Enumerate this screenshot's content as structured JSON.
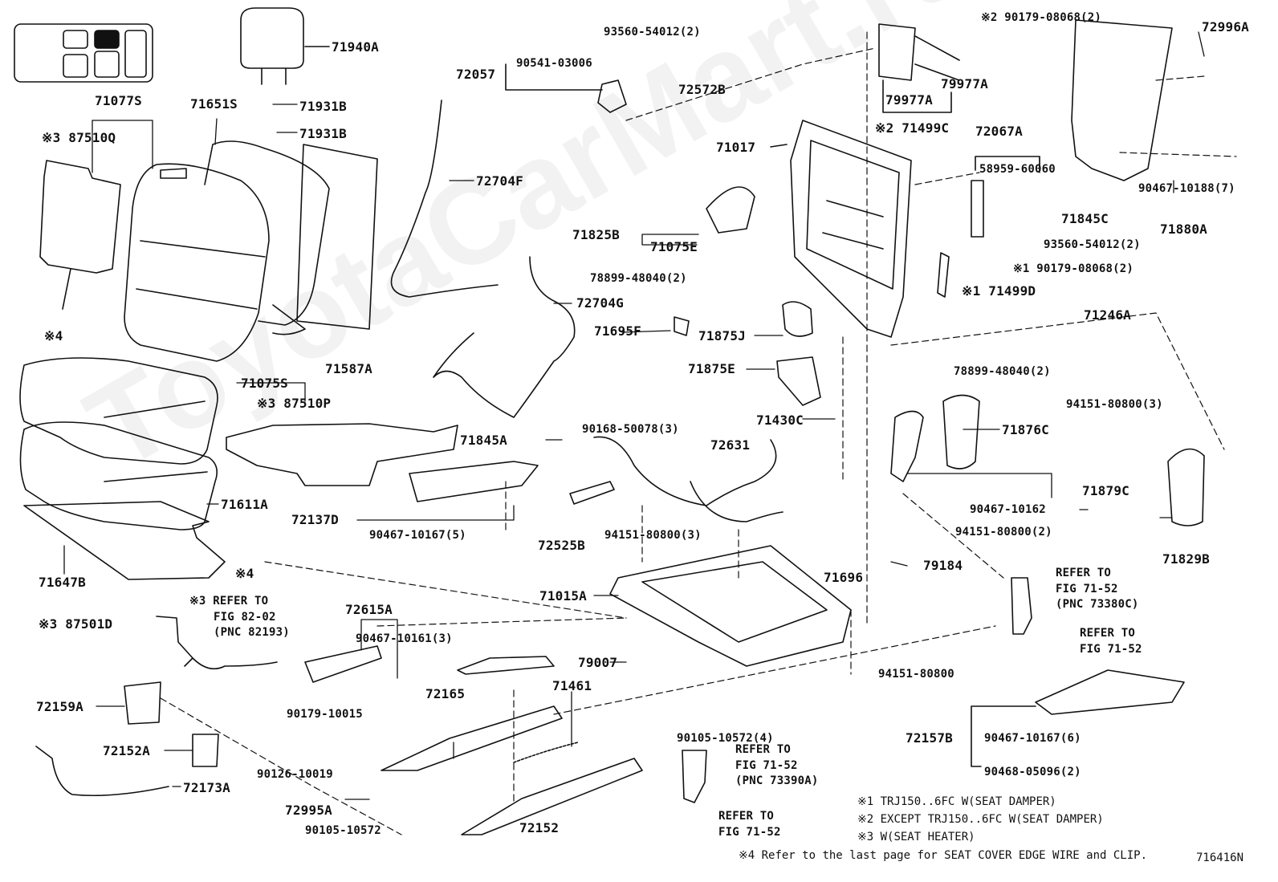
{
  "watermark": "ToyotaCarMart.ru",
  "figure_number": "716416N",
  "part_labels": {
    "p71940A": "71940A",
    "p71077S": "71077S",
    "p71651S": "71651S",
    "p71931B_a": "71931B",
    "p71931B_b": "71931B",
    "p87510Q": "※3 87510Q",
    "p71587A": "71587A",
    "p71075S": "71075S",
    "p87510P": "※3 87510P",
    "p71611A": "71611A",
    "p71647B": "71647B",
    "clip4_a": "※4",
    "clip4_b": "※4",
    "p72057": "72057",
    "p90541": "90541-03006",
    "p93560a": "93560-54012(2)",
    "p72572B": "72572B",
    "p72704F": "72704F",
    "p72704G": "72704G",
    "p71845A": "71845A",
    "p90168": "90168-50078(3)",
    "p72137D": "72137D",
    "p90467_5": "90467-10167(5)",
    "p72525B": "72525B",
    "p72631": "72631",
    "p94151_3a": "94151-80800(3)",
    "p71430C": "71430C",
    "p71875E": "71875E",
    "p71875J": "71875J",
    "p71695F": "71695F",
    "p78899a": "78899-48040(2)",
    "p71825B": "71825B",
    "p71075E": "71075E",
    "p71017": "71017",
    "p290179": "※2 90179-08068(2)",
    "p79977A_a": "79977A",
    "p79977A_b": "79977A",
    "p71499C": "※2 71499C",
    "p72067A": "72067A",
    "p58959": "58959-60060",
    "p71845C": "71845C",
    "p93560b": "93560-54012(2)",
    "p190179": "※1 90179-08068(2)",
    "p171499D": "※1 71499D",
    "p72996A": "72996A",
    "p90467_10188": "90467-10188(7)",
    "p71880A": "71880A",
    "p71246A": "71246A",
    "p78899b": "78899-48040(2)",
    "p94151_3b": "94151-80800(3)",
    "p71876C": "71876C",
    "p71879C": "71879C",
    "p90467_10162": "90467-10162",
    "p71829B": "71829B",
    "p94151_2": "94151-80800(2)",
    "p79184": "79184",
    "p71696": "71696",
    "p71015A": "71015A",
    "p94151": "94151-80800",
    "p87501D": "※3 87501D",
    "p72615A": "72615A",
    "p90467_10161": "90467-10161(3)",
    "p79007": "79007",
    "p72159A": "72159A",
    "p72165": "72165",
    "p71461": "71461",
    "p90179_10015": "90179-10015",
    "p90126": "90126-10019",
    "p72152A": "72152A",
    "p72173A": "72173A",
    "p90105_4": "90105-10572(4)",
    "p72995A": "72995A",
    "p90105": "90105-10572",
    "p72152": "72152",
    "p72157B": "72157B",
    "p90467_10167_6": "90467-10167(6)",
    "p90468": "90468-05096(2)"
  },
  "references": {
    "ref_82_02": [
      "※3 REFER TO",
      "FIG 82-02",
      "(PNC 82193)"
    ],
    "ref_71_52_a": [
      "REFER TO",
      "FIG 71-52",
      "(PNC 73380C)"
    ],
    "ref_71_52_b": [
      "REFER TO",
      "FIG 71-52"
    ],
    "ref_71_52_c": [
      "REFER TO",
      "FIG 71-52",
      "(PNC 73390A)"
    ],
    "ref_71_52_d": [
      "REFER TO",
      "FIG 71-52"
    ]
  },
  "footnotes": [
    "※1 TRJ150..6FC W(SEAT DAMPER)",
    "※2 EXCEPT TRJ150..6FC W(SEAT DAMPER)",
    "※3 W(SEAT HEATER)",
    "※4 Refer to the last page for SEAT COVER EDGE WIRE and CLIP."
  ]
}
